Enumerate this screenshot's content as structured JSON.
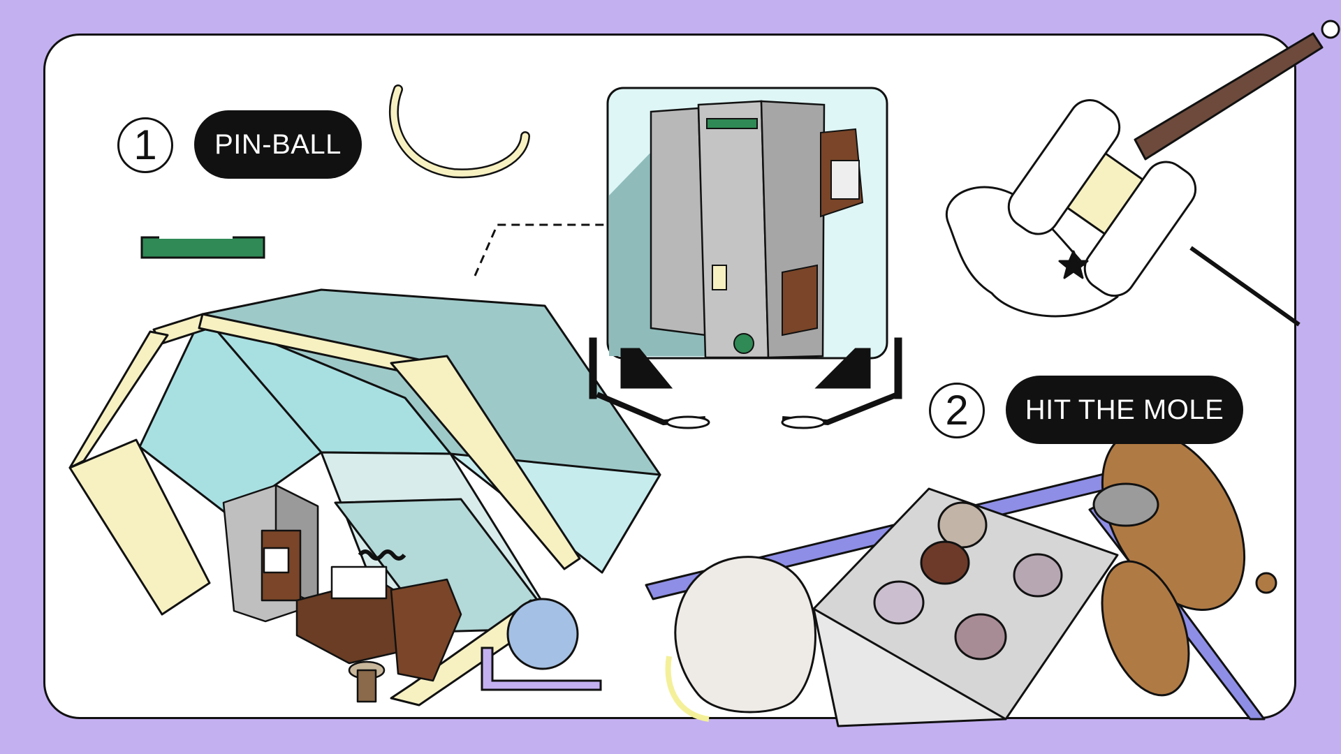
{
  "sections": [
    {
      "number": "1",
      "label": "PIN-BALL",
      "icon": "pinball-machine-icon"
    },
    {
      "number": "2",
      "label": "HIT THE MOLE",
      "icon": "mallet-icon"
    }
  ],
  "colors": {
    "background": "#c3b0f1",
    "panel": "#ffffff",
    "pill": "#111111",
    "teal": "#a8e0e2",
    "cream": "#f7f1c2",
    "green": "#2f8a55",
    "wood": "#7a4528",
    "lavender_frame": "#8e8ee6"
  }
}
